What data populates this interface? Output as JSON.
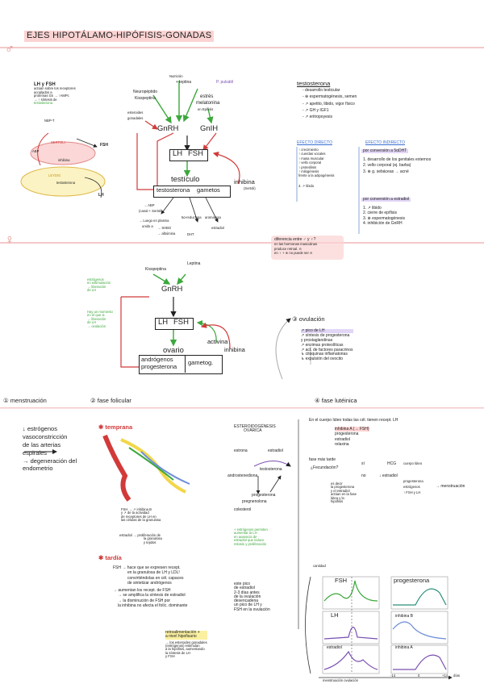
{
  "header": {
    "title": "EJES HIPOTÁLAMO-HIPÓFISIS-GONADAS",
    "male_symbol": "♂",
    "female_symbol": "♀"
  },
  "male": {
    "left_note": [
      "LH y FSH",
      "actúan sobre los receptores",
      "acoplados a",
      "proteínas Gs → ↑AMPc",
      "→ ↑ síntesis de",
      "testosterona"
    ],
    "mini_diagram": [
      "NBP-T",
      "SERTOLI",
      "ABP",
      "FSH",
      "inhibina",
      "LEYDIG",
      "testosterona",
      "LH"
    ],
    "top_labels": {
      "nutricion": "Nutrición",
      "leptina": "+ leptina",
      "neuropeptido": "Neuropéptido",
      "kisspeptina": "Kisspeptina",
      "p_pulsatil": "P. pulsátil",
      "estres": "estrés",
      "melatonina": "melatonina",
      "epifisis": "en Epífisis",
      "esteroides": "esteroides",
      "gonadales": "gonadales"
    },
    "gnrh": "GnRH",
    "gnih": "GnIH",
    "lh": "LH",
    "fsh": "FSH",
    "testiculo": "testículo",
    "testosterona": "testosterona",
    "gametos": "gametos",
    "inhibina": "inhibina",
    "sertoli": "(Sertoli)",
    "bottom_notes": [
      "→ ABP",
      "(canal + Sertoli)",
      "→ Luego en plasma",
      "unido a",
      "→ SHBG",
      "→ albúmina",
      "5α-reductasa",
      "DHT",
      "aromatasa",
      "estradiol"
    ],
    "test_title": "testosterona",
    "test_list": [
      "- desarrollo testicular",
      "- ⊕ espermatogénesis, semen",
      "- ↗ apetito, libido, vigor físico",
      "- ↗ GH y IGF1",
      "- ↗ eritropoyesis"
    ],
    "efecto_directo_title": "EFECTO DIRECTO",
    "efecto_directo": [
      "↑ crecimiento",
      "↑ cuerdas vocales",
      "↑ masa muscular",
      "↑ vello corporal",
      "↑ proteólisis",
      "↑ milogénesis",
      "frente a la adipogénesis",
      "3. ↗ libido"
    ],
    "efecto_indirecto_title": "EFECTO INDIRECTO",
    "conv_5dht": "por conversión a 5αDHT",
    "indirect_1": [
      "1. desarrollo de los genitales externos",
      "2. vello corporal (ej. barba)",
      "3. ⊕ g. sebáceas → acné"
    ],
    "conv_estradiol": "por conversión a estradiol",
    "indirect_2": [
      "1. ↗ libido",
      "2. cierre de epífisis",
      "3. ⊕ espermatogénesis",
      "4. inhibición de GnRH"
    ]
  },
  "diferencia": [
    "diferencia entre ♂ y ♀?",
    "en las hormonas masculinas",
    "produce retroal. ⊖",
    "en ♀ + ⊕ no puede ser ⊖"
  ],
  "female": {
    "kisspeptina": "Kisspeptina",
    "leptina": "Leptina",
    "gnrh": "GnRH",
    "lh": "LH",
    "fsh": "FSH",
    "activina": "activina",
    "inhibina": "inhibina",
    "ovario": "ovario",
    "androgenos": "andrógenos",
    "progesterona": "progesterona",
    "gametog": "gametog.",
    "left_notes": [
      "estrógenos",
      "en estimulación",
      "→ liberación",
      "de LH"
    ],
    "left_notes2": [
      "Hay un momento",
      "en el que ⊕",
      "→ liberación",
      "de LH",
      "→ ovulación"
    ]
  },
  "ovulacion": {
    "title": "③ ovulación",
    "items": [
      "↗ pico de LH",
      "↗ síntesis de progesterona",
      "y prostaglandinas",
      "↗ enzimas proteolíticas",
      "↗ act. de factores paracrinos",
      "↳ citoquinas inflamatorias",
      "↳ expulsión del ovocito"
    ]
  },
  "phases": {
    "menstruacion": "① menstruación",
    "folicular": "② fase folicular",
    "lutea": "④ fase lutéinica"
  },
  "menstruacion_notes": [
    "↓ estrógenos",
    "vasoconstricción",
    "de las arterias",
    "espirales",
    "→ degeneración del",
    "endometrio"
  ],
  "folicular": {
    "temprana": "temprana",
    "tardia": "tardía",
    "esteroidogenesis": [
      "ESTEROIDOGÉNESIS",
      "OVÁRICA"
    ],
    "steroids": [
      "estrona",
      "estradiol",
      "androstenediona",
      "testosterona",
      "progesterona",
      "pregnenolona",
      "colesterol"
    ],
    "fsh_notes": [
      "FSH → ↗ inhibina B",
      "y ↗ de la actividad",
      "de receptores de LH en",
      "las células de la granulosa"
    ],
    "estradiol_notes": [
      "estradiol → proliferación de",
      "la granulosa",
      "y tejidos"
    ],
    "side_note": [
      "+ estrógenos permiten",
      "aumentar la LH",
      "en ausencia de",
      "estradiol que induce",
      "mitosis y proliferación"
    ],
    "tardia_notes": [
      "FSH → hace que se expresen recept.",
      "en la granulosa de LH y LDL!",
      "convirtiéndolas en cél. capaces",
      "de sintetizar andrógenos"
    ],
    "tardia_notes2": [
      "→ aumentan los recept. de FSH",
      "→ se amplifica la síntesis de estradiol",
      "→ la disminución de FSH por",
      "la inhibina no afecta el folíc. dominante"
    ],
    "pico": [
      "este pico",
      "de estradiol",
      "2-3 días antes",
      "de la ovulación",
      "desencadena",
      "un pico de LH y",
      "FSH en la ovulación"
    ],
    "retro": [
      "retroalimentación +",
      "a nivel hipofisario",
      "→ los esteroides gonadales",
      "(estrógenos) estimulan",
      "a la hipófisis, aumentando",
      "la síntesis de LH",
      "y FSH"
    ]
  },
  "lutea": {
    "intro": "En el cuerpo lúteo todas las cél. tienen recept. LH",
    "list": [
      "inhibina A (→ FSH)",
      "progesterona",
      "estradiol",
      "relaxina"
    ],
    "fase_mas_tarde": "fase más tarde",
    "fecundacion": "¿Fecundación?",
    "si": "sí",
    "no": "no",
    "hcg": "HCG",
    "cuerpo_luteo": "cuerpo lúteo",
    "estradiol": "↓ estradiol",
    "progesterona": "progesterona",
    "estrogenos": "estrógenos",
    "fsh_lh": "↑ FSH y LH",
    "menstruacion": "→ menstruación",
    "es_decir": [
      "es decir",
      "la progesterona",
      "y el estradiol",
      "actúan en la fase",
      "lútea y la",
      "hipófisis"
    ]
  },
  "graphs": {
    "fsh": "FSH",
    "lh": "LH",
    "estradiol": "estradiol",
    "progesterona": "progesterona",
    "inhibina_b": "inhibina B",
    "inhibina_a": "inhibina A",
    "axis_left": "cantidad",
    "axis_bottom": "menstruación  ovulación",
    "dias": "días",
    "tick_0": "0",
    "tick_m14": "-14",
    "tick_p14": "+14"
  },
  "colors": {
    "title_highlight": "#fbd3d3",
    "green": "#3ca83c",
    "red": "#d23a3a",
    "purple": "#7a4fb0",
    "blue": "#3a6fd2",
    "yellow": "#f2d74a"
  }
}
